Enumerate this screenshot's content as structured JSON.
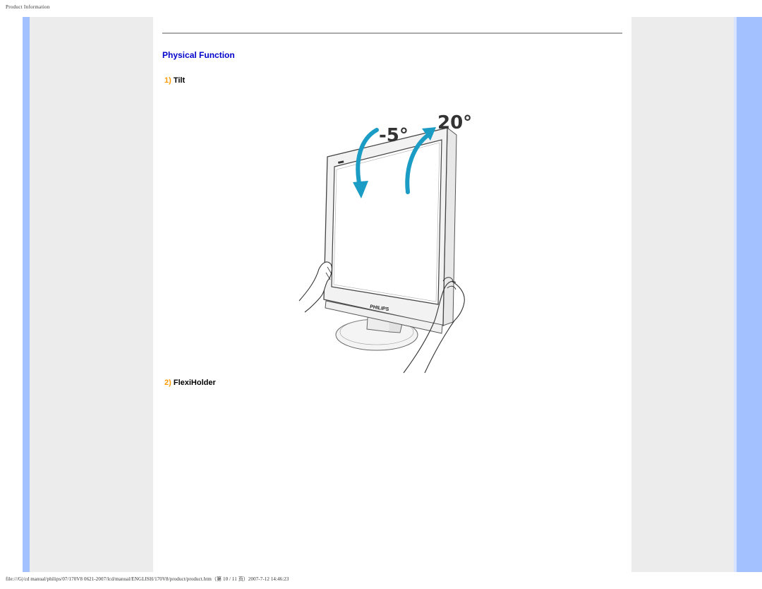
{
  "header": {
    "title": "Product Information"
  },
  "main": {
    "section_title": "Physical Function",
    "items": [
      {
        "number": "1)",
        "label": "Tilt"
      },
      {
        "number": "2)",
        "label": "FlexiHolder"
      }
    ],
    "illustration": {
      "brand": "PHILIPS",
      "angle_back": "-5°",
      "angle_forward": "20°"
    }
  },
  "footer": {
    "path": "file:///G|/cd manual/philips/07/170V8 0621-2007/lcd/manual/ENGLISH/170V8/product/product.htm（第 10 / 11 页）2007-7-12 14:46:23"
  },
  "colors": {
    "side_bar_blue": "#a4c1ff",
    "side_panel_gray": "#ececec",
    "title_blue": "#0000cc",
    "number_orange": "#ff9900",
    "arrow_teal": "#1a9cc4"
  }
}
